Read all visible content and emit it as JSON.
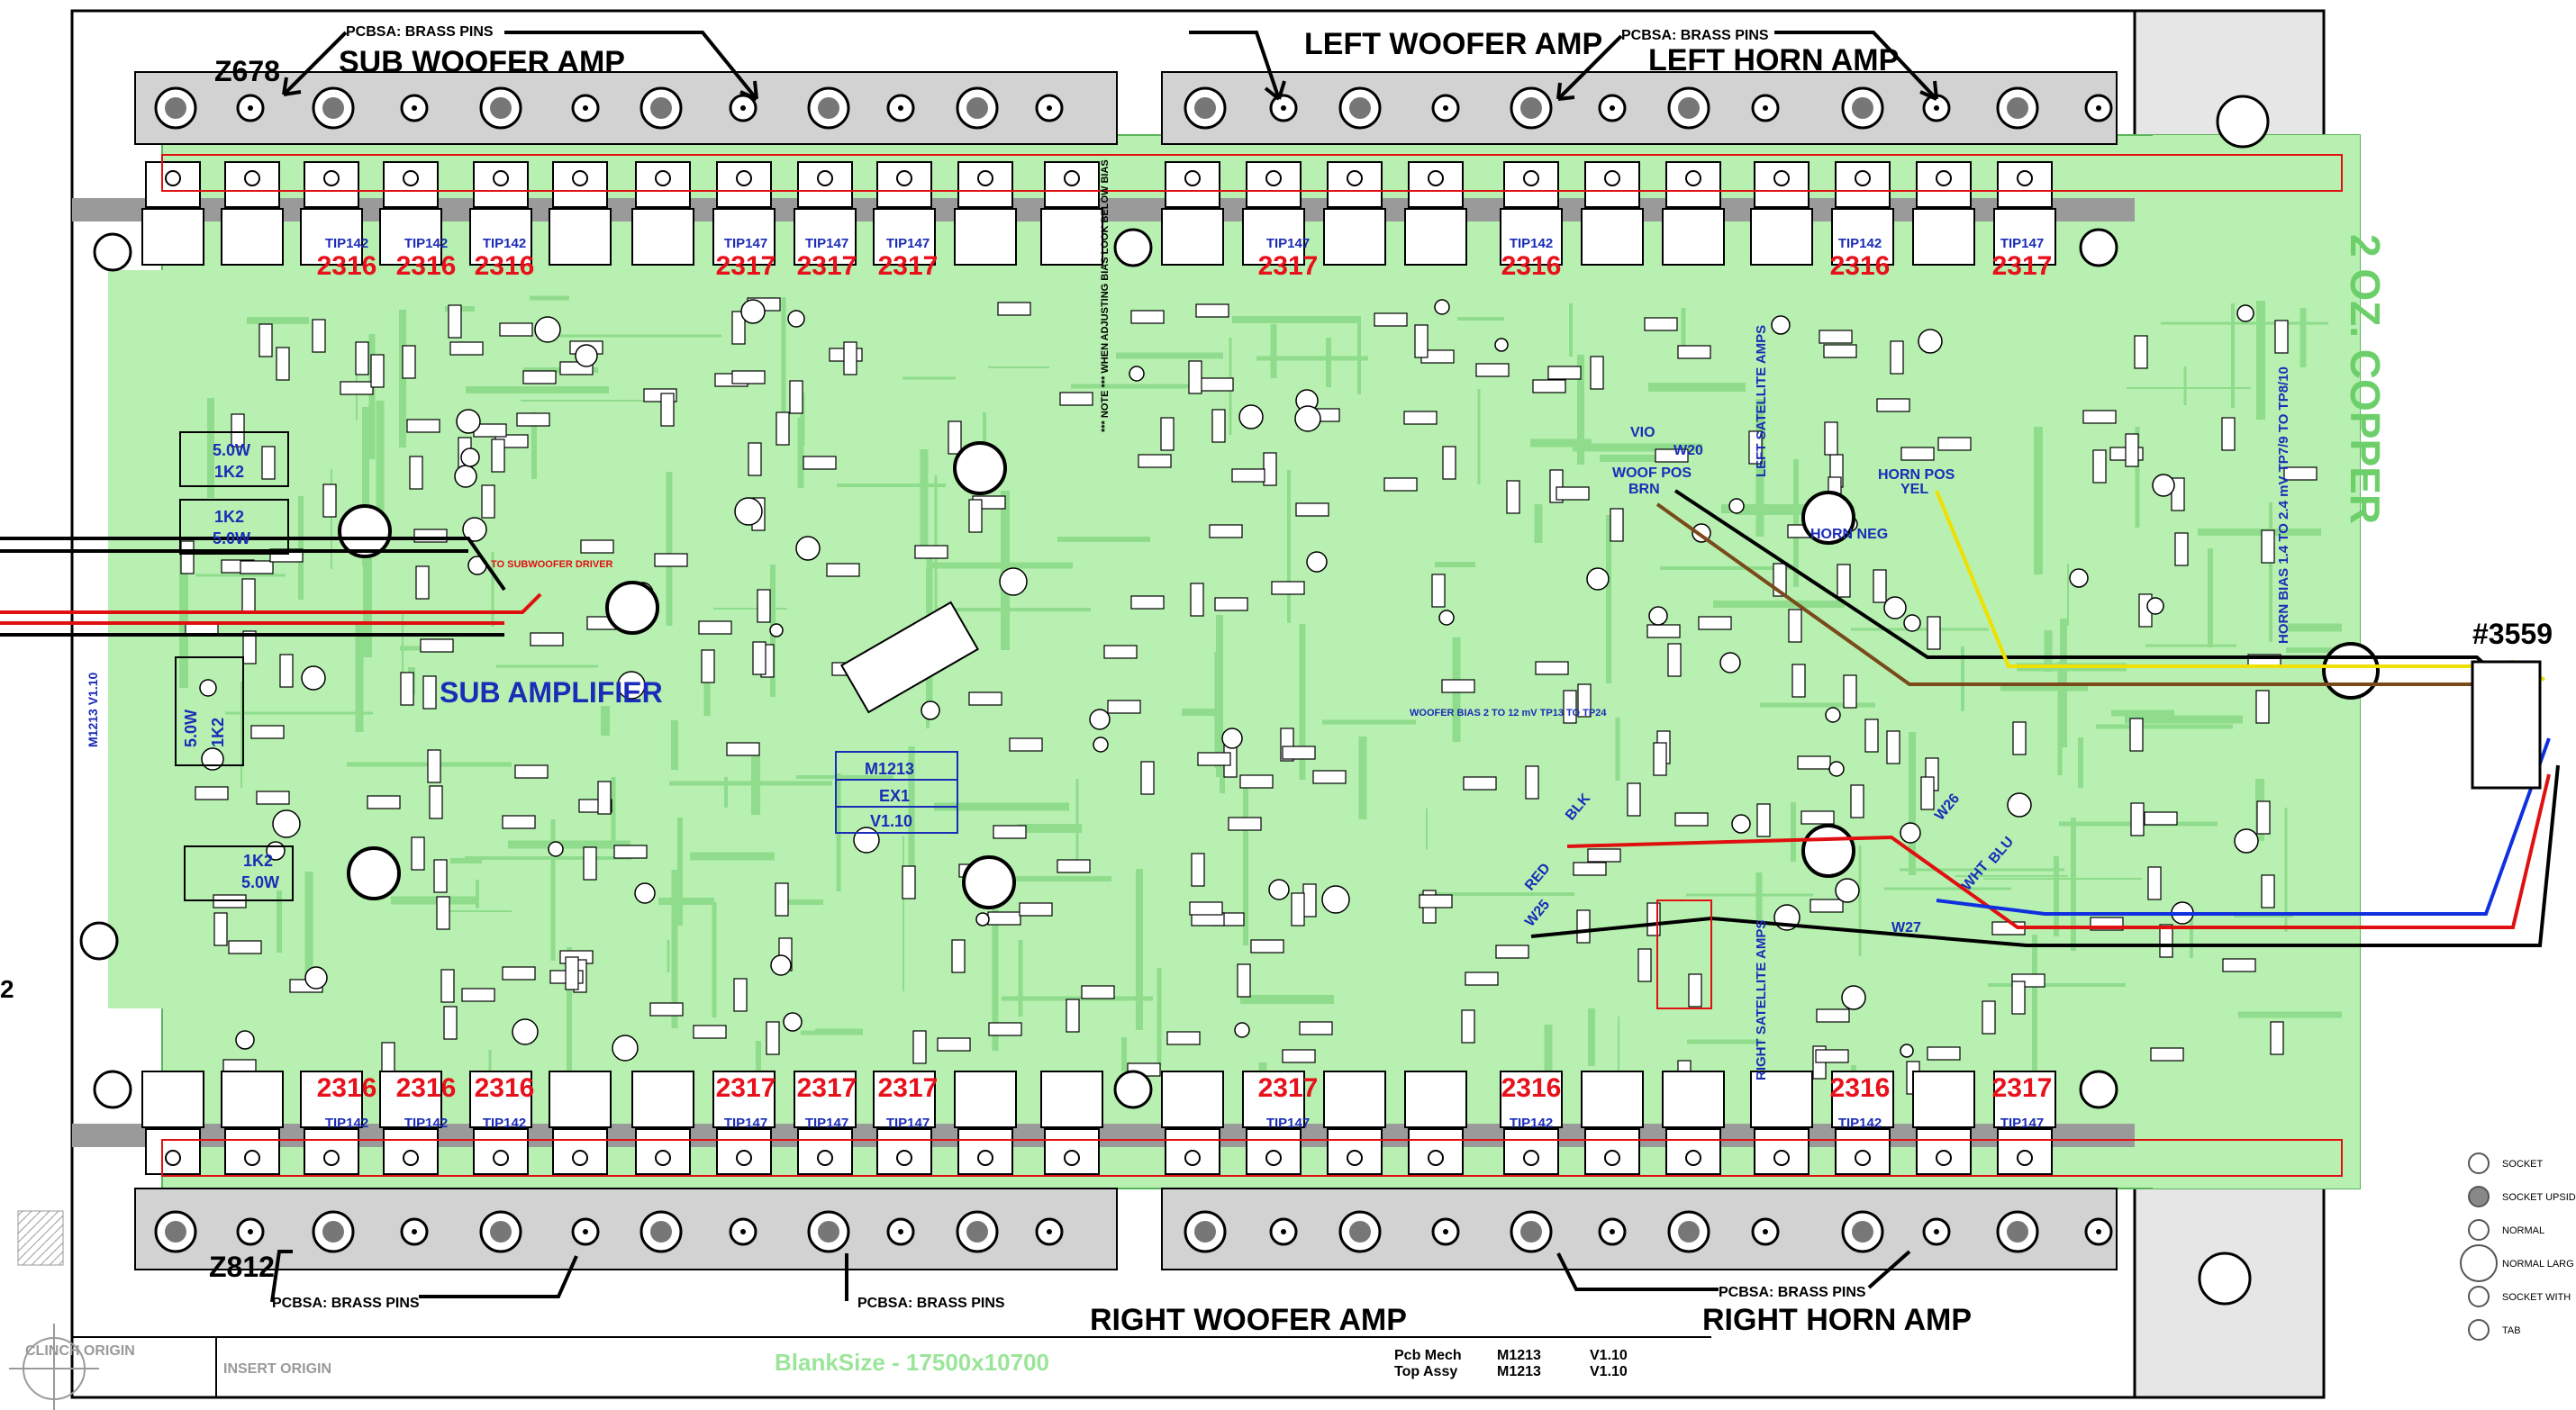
{
  "colors": {
    "board_green": "#b7f0b0",
    "trace_green": "#9be59a",
    "heatsink_gray": "#c8c8c8",
    "label_red": "#e8101a",
    "label_blue": "#1a2cb8",
    "wire_red": "#e01010",
    "wire_blue": "#1030e0",
    "wire_yellow": "#f0e000",
    "wire_brown": "#7a4a1a",
    "outline_black": "#000000"
  },
  "titles": {
    "sub_woofer_amp": "SUB WOOFER  AMP",
    "left_woofer_amp": "LEFT WOOFER  AMP",
    "left_horn_amp": "LEFT HORN AMP",
    "right_woofer_amp": "RIGHT WOOFER AMP",
    "right_horn_amp": "RIGHT HORN AMP",
    "sub_amplifier": "SUB AMPLIFIER",
    "left_satellite_amps": "LEFT SATELLITE AMPS",
    "right_satellite_amps": "RIGHT SATELLITE AMPS",
    "copper": "2 OZ. COPPER",
    "horn_bias": "HORN BIAS 1.4 TO 2.4 mV TP7/9 TO TP8/10",
    "woofer_bias": "WOOFER BIAS 2 TO 12 mV TP13 TO TP24",
    "bias_note": "*** NOTE *** WHEN ADJUSTING BIAS LOOK BELOW BIAS",
    "to_subwoofer_driver": "TO SUBWOOFER DRIVER"
  },
  "pcbsa_labels": {
    "top_left": "PCBSA: BRASS PINS",
    "top_right": "PCBSA: BRASS PINS",
    "bottom_left": "PCBSA: BRASS PINS",
    "bottom_mid": "PCBSA: BRASS PINS",
    "bottom_right": "PCBSA: BRASS PINS"
  },
  "refs": {
    "z678": "Z678",
    "z812": "Z812",
    "connector": "#3559",
    "edge_2": "2"
  },
  "transistors_top": [
    "2316",
    "2316",
    "2316",
    "2317",
    "2317",
    "2317",
    "2317",
    "2316",
    "2316",
    "2317"
  ],
  "transistors_bottom": [
    "2316",
    "2316",
    "2316",
    "2317",
    "2317",
    "2317",
    "2317",
    "2316",
    "2316",
    "2317"
  ],
  "tip_top": [
    "TIP142",
    "TIP142",
    "TIP142",
    "TIP147",
    "TIP147",
    "TIP147",
    "TIP147",
    "TIP142",
    "TIP142",
    "TIP147"
  ],
  "tip_bottom": [
    "TIP142",
    "TIP142",
    "TIP142",
    "TIP147",
    "TIP147",
    "TIP147",
    "TIP147",
    "TIP142",
    "TIP142",
    "TIP147"
  ],
  "chip_labels": {
    "m1213": "M1213",
    "ex1": "EX1",
    "version": "V1.10",
    "side_id": "M1213  V1.10"
  },
  "resistors": {
    "r1": "5.0W",
    "r1b": "1K2",
    "r2": "1K2",
    "r2b": "5.0W",
    "r3": "5.0W",
    "r3b": "1K2",
    "r4": "1K2",
    "r4b": "5.0W"
  },
  "wire_labels": {
    "w20": "W20",
    "woof_pos": "WOOF POS",
    "brn": "BRN",
    "horn_pos": "HORN POS",
    "yel": "YEL",
    "horn_neg": "HORN NEG",
    "blk": "BLK",
    "red": "RED",
    "w25": "W25",
    "w26": "W26",
    "blu": "BLU",
    "wht": "WHT",
    "w27": "W27",
    "vio": "VIO"
  },
  "title_block": {
    "pcb_mech": "Pcb Mech",
    "top_assy": "Top Assy",
    "pcb_num": "M1213",
    "assy_num": "M1213",
    "pcb_ver": "V1.10",
    "assy_ver": "V1.10",
    "blank_size": "BlankSize - 17500x10700",
    "clinch_origin": "CLINCH ORIGIN",
    "insert_origin": "INSERT ORIGIN"
  },
  "legend": [
    {
      "label": "SOCKET"
    },
    {
      "label": "SOCKET UPSID"
    },
    {
      "label": "NORMAL"
    },
    {
      "label": "NORMAL LARG"
    },
    {
      "label": "SOCKET WITH"
    },
    {
      "label": "TAB"
    }
  ]
}
